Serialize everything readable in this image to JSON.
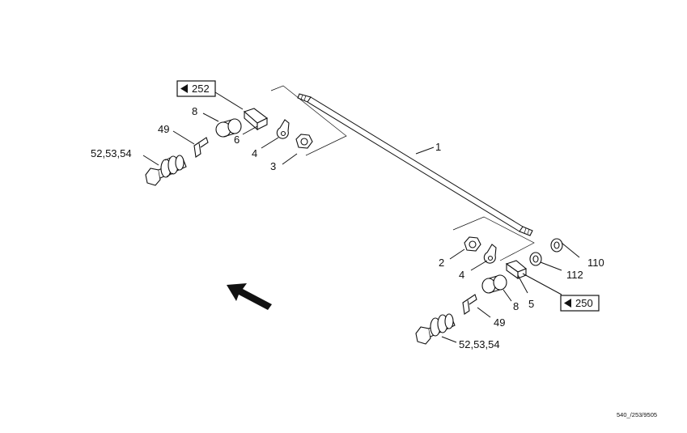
{
  "diagram": {
    "callouts": {
      "rod": "1",
      "nut_right": "2",
      "nut_left": "3",
      "tab_left": "4",
      "tab_right": "4",
      "block_right": "5",
      "block_left": "6",
      "bush_left": "8",
      "bush_right": "8",
      "clip_left": "49",
      "clip_right": "49",
      "bolt_left": "52,53,54",
      "bolt_right": "52,53,54",
      "washer_110": "110",
      "washer_112": "112"
    },
    "references": {
      "upper": "252",
      "lower": "250"
    },
    "drawing_code": "540_/253/9505"
  }
}
